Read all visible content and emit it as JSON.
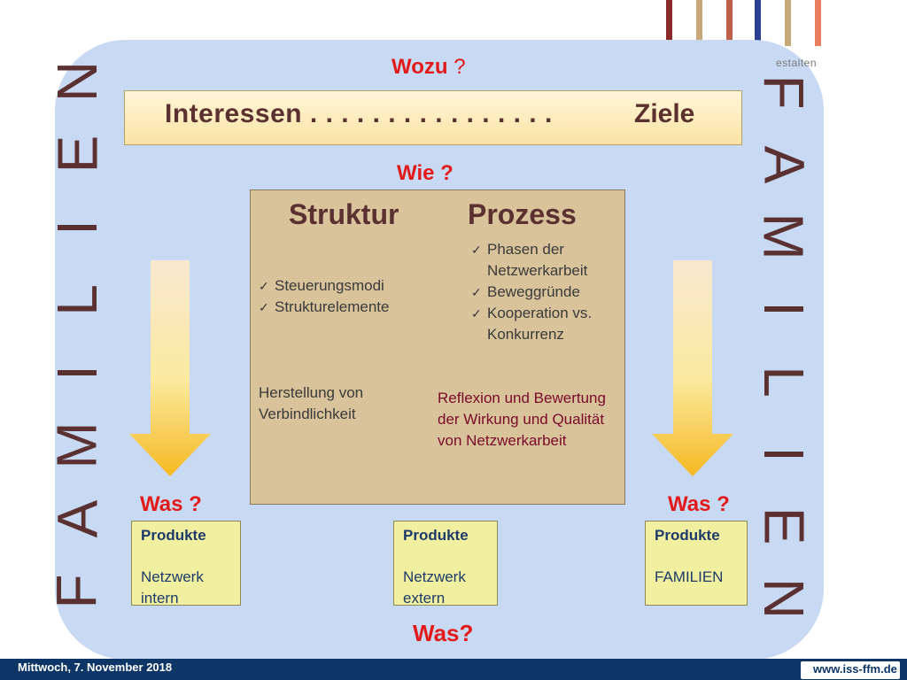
{
  "header": {
    "logo_fragment": "estalten",
    "stripe_colors": [
      "#8b2a2a",
      "#c8a878",
      "#c0604a",
      "#2a3f8f",
      "#c8a878",
      "#e88060"
    ]
  },
  "sidebar_left": {
    "letters": [
      "N",
      "E",
      "I",
      "L",
      "I",
      "M",
      "A",
      "F"
    ]
  },
  "sidebar_right": {
    "letters": [
      "F",
      "A",
      "M",
      "I",
      "L",
      "I",
      "E",
      "N"
    ]
  },
  "top": {
    "wozu_label": "Wozu",
    "wozu_mark": "?",
    "interest_left": "Interessen . . . . . . . . . . . . . . . .",
    "interest_right": "Ziele"
  },
  "middle": {
    "wie_label": "Wie ?",
    "struktur_title": "Struktur",
    "prozess_title": "Prozess",
    "check_mark": "✓",
    "struktur_items": [
      "Steuerungsmodi",
      "Strukturelemente"
    ],
    "prozess_items": [
      "Phasen der Netzwerkarbeit",
      "Beweggründe",
      "Kooperation vs. Konkurrenz"
    ],
    "herstellung": "Herstellung von Verbindlichkeit",
    "reflexion": "Reflexion und Bewertung der Wirkung und Qualität von Netzwerkarbeit"
  },
  "outputs": {
    "was_left": "Was ?",
    "was_right": "Was ?",
    "was_bottom": "Was?",
    "products": [
      {
        "heading": "Produkte",
        "body": "Netzwerk intern"
      },
      {
        "heading": "Produkte",
        "body": "Netzwerk extern"
      },
      {
        "heading": "Produkte",
        "body": "FAMILIEN"
      }
    ]
  },
  "footer": {
    "date": "Mittwoch, 7. November 2018",
    "url": "www.iss-ffm.de"
  },
  "colors": {
    "panel": "#c8d9f3",
    "accent_red": "#e31a1a",
    "title_brown": "#5a3030",
    "center_box": "#d9c39b",
    "product_box": "#f0f0a0",
    "footer_bg": "#0d3667"
  }
}
